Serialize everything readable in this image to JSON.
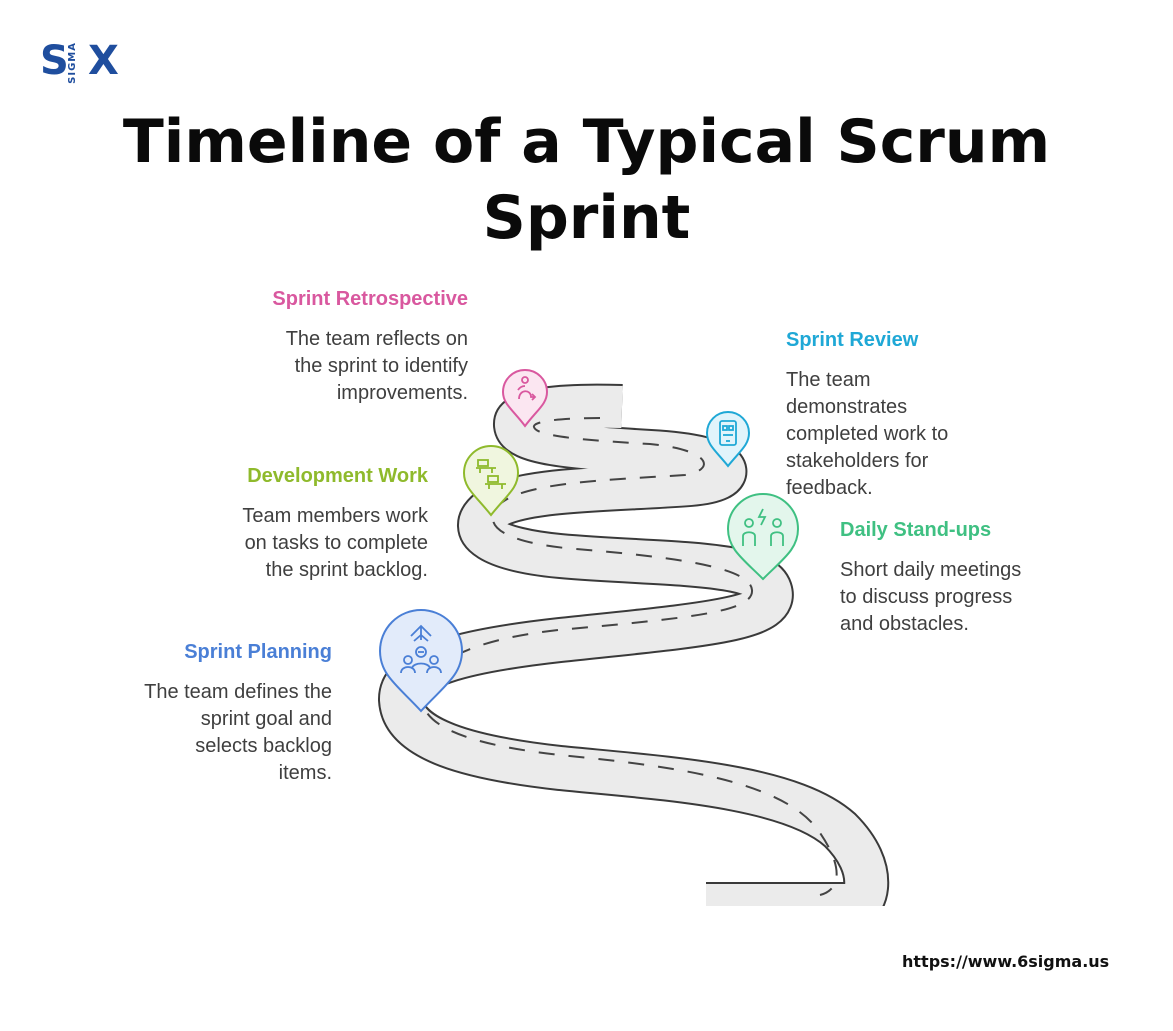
{
  "logo": {
    "s": "S",
    "sigma": "SIGMA",
    "x": "X"
  },
  "title_line1": "Timeline of a Typical Scrum",
  "title_line2": "Sprint",
  "stages": {
    "retro": {
      "title": "Sprint Retrospective",
      "lines": [
        "The team reflects on",
        "the sprint to identify",
        "improvements."
      ],
      "color": "#d9589f",
      "icon": "retrospective-icon"
    },
    "review": {
      "title": "Sprint Review",
      "lines": [
        "The team",
        "demonstrates",
        "completed work to",
        "stakeholders for",
        "feedback."
      ],
      "color": "#1fa8d6",
      "icon": "phone-icon"
    },
    "dev": {
      "title": "Development Work",
      "lines": [
        "Team members work",
        "on tasks to complete",
        "the sprint backlog."
      ],
      "color": "#8fba2c",
      "icon": "desk-work-icon"
    },
    "standup": {
      "title": "Daily Stand-ups",
      "lines": [
        "Short daily meetings",
        "to discuss progress",
        "and obstacles."
      ],
      "color": "#3fc082",
      "icon": "people-talking-icon"
    },
    "planning": {
      "title": "Sprint Planning",
      "lines": [
        "The team defines the",
        "sprint goal and",
        "selects backlog",
        "items."
      ],
      "color": "#4a7fd6",
      "icon": "team-goal-icon"
    }
  },
  "footer_url": "https://www.6sigma.us"
}
